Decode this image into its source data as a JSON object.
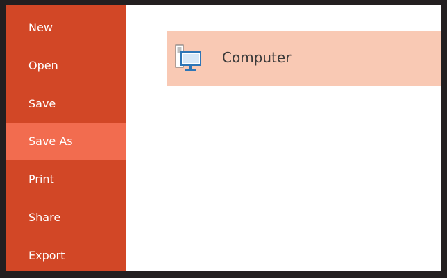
{
  "backstage": {
    "nav": [
      {
        "label": "New",
        "active": false
      },
      {
        "label": "Open",
        "active": false
      },
      {
        "label": "Save",
        "active": false
      },
      {
        "label": "Save As",
        "active": true
      },
      {
        "label": "Print",
        "active": false
      },
      {
        "label": "Share",
        "active": false
      },
      {
        "label": "Export",
        "active": false
      }
    ],
    "locations": [
      {
        "label": "Computer",
        "icon": "computer-icon",
        "selected": true
      }
    ]
  },
  "colors": {
    "sidebar": "#d24726",
    "active_item": "#f26c4f",
    "selected_location": "#f9c9b4",
    "frame": "#231f20",
    "icon_blue": "#2e75b6"
  }
}
